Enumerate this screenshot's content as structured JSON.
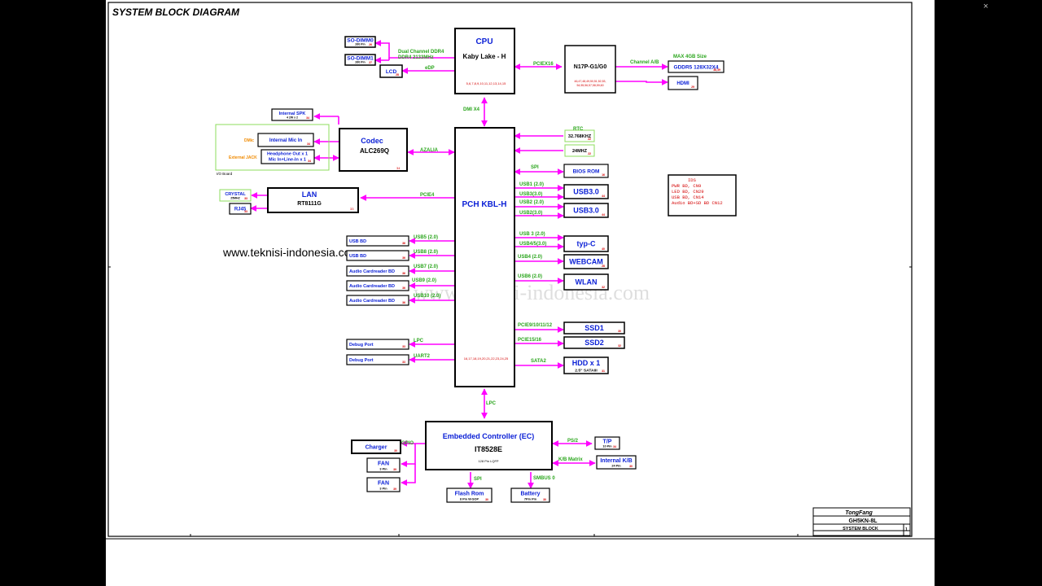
{
  "window": {
    "close_glyph": "×"
  },
  "sheet": {
    "title": "SYSTEM BLOCK DIAGRAM",
    "website": "www.teknisi-indonesia.com",
    "watermark": "www.teknisi-indonesia.com",
    "colors": {
      "bus": "#ff00ff",
      "signal": "#2aa51c",
      "block_title": "#0a1fd6",
      "page_ref": "#d40000",
      "border": "#000000",
      "aux_box": "#8ddc5c"
    }
  },
  "blocks": {
    "cpu": {
      "title": "CPU",
      "sub": "Kaby Lake - H",
      "pins": "5,6,7,8,9,10,11,12,13,14,15"
    },
    "gpu": {
      "title": "N17P-G1/G0",
      "pins": "46,47,48,49,50,51,52,53,54,55,56,57,58,59,60"
    },
    "pch": {
      "title": "PCH KBL-H",
      "pins": "16,17,18,19,20,21,22,23,24,25"
    },
    "ec": {
      "title": "Embedded Controller (EC)",
      "sub": "IT8528E",
      "pkg": "128 Pin LQFP"
    },
    "codec": {
      "title": "Codec",
      "sub": "ALC269Q",
      "page": "34"
    },
    "lan": {
      "title": "LAN",
      "sub": "RT8111G",
      "page": "33"
    }
  },
  "small_boxes": {
    "sodimm0": {
      "title": "SO-DIMM0",
      "sub": "260 Pin",
      "page": "26"
    },
    "sodimm1": {
      "title": "SO-DIMM1",
      "sub": "260 Pin",
      "page": "27"
    },
    "lcd": {
      "title": "LCD",
      "page": "28"
    },
    "gddr5": {
      "title": "GDDR5 128X32X4",
      "page": "38,39"
    },
    "hdmi": {
      "title": "HDMI",
      "page": "29"
    },
    "rtc": {
      "title": "32.768KHZ",
      "page": "22"
    },
    "xtal24": {
      "title": "24MHZ",
      "page": "22"
    },
    "bios_rom": {
      "title": "BIOS ROM",
      "page": "16"
    },
    "usb3_a": {
      "title": "USB3.0",
      "page": "44"
    },
    "usb3_b": {
      "title": "USB3.0",
      "page": "44"
    },
    "typec": {
      "title": "typ-C",
      "page": "40"
    },
    "webcam": {
      "title": "WEBCAM",
      "page": "28"
    },
    "wlan": {
      "title": "WLAN",
      "page": "32"
    },
    "ssd1": {
      "title": "SSD1",
      "page": "30"
    },
    "ssd2": {
      "title": "SSD2",
      "page": "32"
    },
    "hdd": {
      "title": "HDD x 1",
      "sub": "2.5\" SATAIII",
      "page": "31"
    },
    "internal_spk": {
      "title": "Internal SPK",
      "sub": "4    2W x 2",
      "page": "34"
    },
    "internal_mic": {
      "title": "Internal Mic In",
      "page": "34"
    },
    "headphone": {
      "line1": "Headphone Out x 1",
      "line2": "Mic In+Line-In x 1",
      "page": "34"
    },
    "crystal": {
      "title": "CRYSTAL",
      "sub": "25MHZ",
      "page": "33"
    },
    "rj45": {
      "title": "RJ45",
      "page": "33"
    },
    "usb_bd_1": {
      "title": "USB BD",
      "page": "36"
    },
    "usb_bd_2": {
      "title": "USB BD",
      "page": "36"
    },
    "audio_card_1": {
      "title": "Audio Cardreader BD",
      "page": "36"
    },
    "audio_card_2": {
      "title": "Audio Cardreader BD",
      "page": "36"
    },
    "audio_card_3": {
      "title": "Audio Cardreader BD",
      "page": "36"
    },
    "debug_port_1": {
      "title": "Debug Port",
      "page": "33"
    },
    "debug_port_2": {
      "title": "Debug Port",
      "page": "33"
    },
    "charger": {
      "title": "Charger",
      "page": "30"
    },
    "fan1": {
      "title": "FAN",
      "sub": "3 Pin",
      "page": "39"
    },
    "fan2": {
      "title": "FAN",
      "sub": "3 Pin",
      "page": "39"
    },
    "flash_rom": {
      "title": "Flash Rom",
      "sub": "8 Pin W-SOP",
      "page": "30"
    },
    "battery": {
      "title": "Battery",
      "sub": "7Pin Pin",
      "page": "30"
    },
    "tp": {
      "title": "T/P",
      "sub": "10 Pin",
      "page": "34"
    },
    "internal_kb": {
      "title": "Internal K/B",
      "sub": "24 Pin",
      "page": "30"
    }
  },
  "signals": {
    "ddr": "Dual Channel DDR4",
    "ddr_speed": "DDR4 2133MHz",
    "edp": "eDP",
    "pciex16": "PCIEX16",
    "channel_ab": "Channel A/B",
    "max_size": "MAX 4GB Size",
    "dmi": "DMI X4",
    "rtc": "RTC",
    "spi_pch": "SPI",
    "usb1": "USB1 (2.0)",
    "usb3_3": "USB3(3.0)",
    "usb2": "USB2 (2.0)",
    "usb2_3": "USB2(3.0)",
    "usb3_20": "USB 3 (2.0)",
    "usb45": "USB4/5(3.0)",
    "usb4": "USB4 (2.0)",
    "usb6": "USB6 (2.0)",
    "pcie9": "PCIE9/10/11/12",
    "pcie15": "PCIE15/16",
    "sata2": "SATA2",
    "azalia": "AZALIA",
    "pcie4": "PCIE4",
    "usb5": "USB5 (2.0)",
    "usb8": "USB8 (2.0)",
    "usb7": "USB7 (2.0)",
    "usb9": "USB9 (2.0)",
    "usb10": "USB10 (2.0)",
    "lpc": "LPC",
    "uart2": "UART2",
    "lpc_ec": "LPC",
    "gpio": "GPIO",
    "spi_ec": "SPI",
    "smbus": "SMBUS 0",
    "ps2": "PS/2",
    "kb_matrix": "K/B Matrix",
    "dmic": "DMic",
    "ext_jack": "External JACK",
    "io_board": "I/O Board"
  },
  "ids_box": {
    "title": "IDS",
    "lines": [
      "PWR BD, CN9",
      "LED BD, CN29",
      "USB BD, CN14",
      "Audio BD+SD BD CN12"
    ]
  },
  "title_block": {
    "company": "TongFang",
    "model": "GH5KN-8L",
    "page_title": "SYSTEM BLOCK",
    "sheet_no": "1"
  }
}
